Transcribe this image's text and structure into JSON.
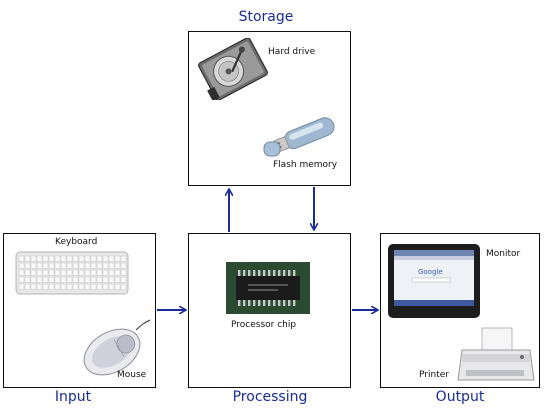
{
  "headings": {
    "storage": "Storage",
    "input": "Input",
    "processing": "Processing",
    "output": "Output"
  },
  "components": {
    "hard_drive": "Hard drive",
    "flash_memory": "Flash memory",
    "keyboard": "Keyboard",
    "mouse": "Mouse",
    "processor_chip": "Processor chip",
    "monitor": "Monitor",
    "printer": "Printer"
  },
  "screen_text": {
    "search_brand": "Google"
  },
  "colors": {
    "heading": "#1a2b9a",
    "arrow": "#1a2b9a",
    "border": "#111111"
  }
}
